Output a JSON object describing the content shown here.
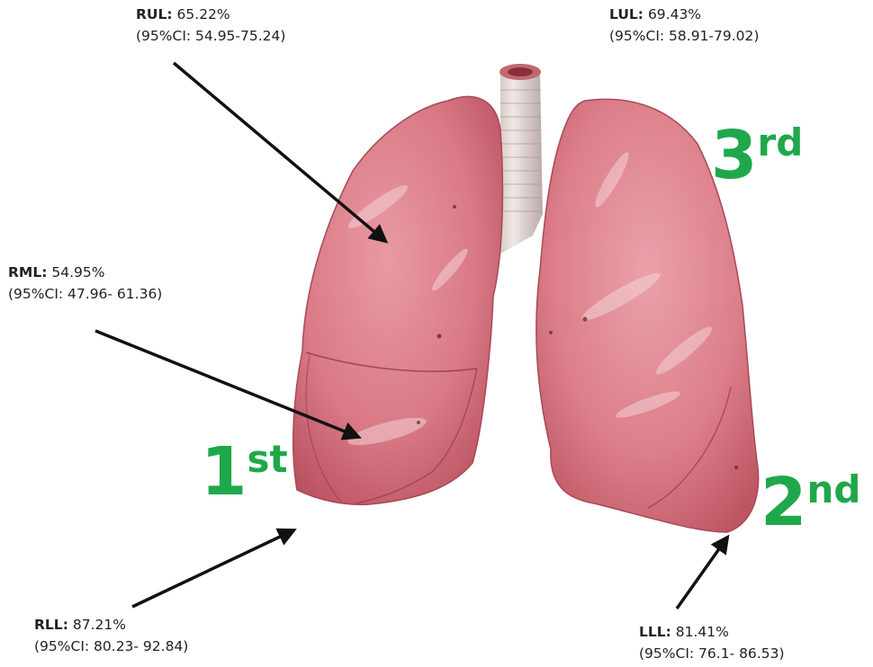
{
  "lobes": {
    "rul": {
      "name": "RUL:",
      "value": "65.22%",
      "ci": "(95%CI: 54.95-75.24)"
    },
    "lul": {
      "name": "LUL:",
      "value": "69.43%",
      "ci": "(95%CI: 58.91-79.02)"
    },
    "rml": {
      "name": "RML:",
      "value": "54.95%",
      "ci": "(95%CI: 47.96- 61.36)"
    },
    "rll": {
      "name": "RLL:",
      "value": "87.21%",
      "ci": "(95%CI: 80.23- 92.84)"
    },
    "lll": {
      "name": "LLL:",
      "value": "81.41%",
      "ci": "(95%CI: 76.1- 86.53)"
    }
  },
  "ranks": {
    "first": {
      "num": "1",
      "suffix": "st"
    },
    "second": {
      "num": "2",
      "suffix": "nd"
    },
    "third": {
      "num": "3",
      "suffix": "rd"
    }
  },
  "colors": {
    "rank_green": "#1fa84a",
    "lung_pink": "#d9737f",
    "arrow": "#111111"
  }
}
